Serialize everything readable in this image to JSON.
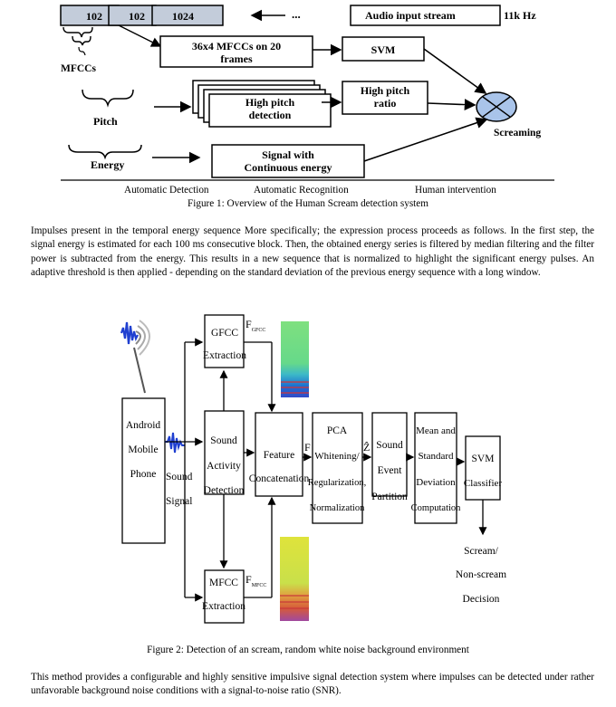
{
  "figure1": {
    "buffers": [
      "102",
      "102",
      "1024"
    ],
    "ellipsis": "...",
    "audio_stream": "Audio input stream",
    "rate": "11k Hz",
    "mfccs": "MFCCs",
    "mfcc_box": [
      "36x4 MFCCs on 20",
      "frames"
    ],
    "svm": "SVM",
    "pitch": "Pitch",
    "high_pitch_detection": [
      "High pitch",
      "detection"
    ],
    "high_pitch_ratio": [
      "High pitch",
      "ratio"
    ],
    "screaming": "Screaming",
    "energy": "Energy",
    "continuous_energy": [
      "Signal with",
      "Continuous energy"
    ],
    "stages": [
      "Automatic Detection",
      "Automatic Recognition",
      "Human intervention"
    ],
    "caption": "Figure 1: Overview of the Human Scream detection system"
  },
  "paragraph1": "Impulses present in the temporal energy sequence More specifically; the expression process proceeds as follows. In the first step, the signal energy is estimated for each 100 ms consecutive block. Then, the obtained energy series is filtered by median filtering and the filter power is subtracted from the energy. This results in a new sequence that is normalized to highlight the significant energy pulses. An adaptive threshold is then applied - depending on the standard deviation of the previous energy sequence with a long window.",
  "figure2": {
    "android": [
      "Android",
      "Mobile",
      "Phone"
    ],
    "sound_signal": [
      "Sound",
      "Signal"
    ],
    "gfcc": [
      "GFCC",
      "Extraction"
    ],
    "f_gfcc": "F",
    "f_gfcc_sub": "GFCC",
    "sad": [
      "Sound",
      "Activity",
      "Detection"
    ],
    "mfcc": [
      "MFCC",
      "Extraction"
    ],
    "f_mfcc": "F",
    "f_mfcc_sub": "MFCC",
    "concat": [
      "Feature",
      "Concatenation"
    ],
    "f": "F",
    "pca": [
      "PCA",
      "Whitening/",
      "Regularization,",
      "Normalization"
    ],
    "z": "Ẑ",
    "partition": [
      "Sound",
      "Event",
      "Partition"
    ],
    "meanstd": [
      "Mean and",
      "Standard",
      "Deviation",
      "Computation"
    ],
    "svm": [
      "SVM",
      "Classifier"
    ],
    "decision": [
      "Scream/",
      "Non-scream",
      "Decision"
    ],
    "caption": "Figure 2: Detection of an scream,  random white noise background environment"
  },
  "paragraph2": "This method provides a configurable and highly sensitive impulsive signal detection system where impulses can be detected under rather unfavorable background noise conditions with a signal-to-noise ratio (SNR)."
}
